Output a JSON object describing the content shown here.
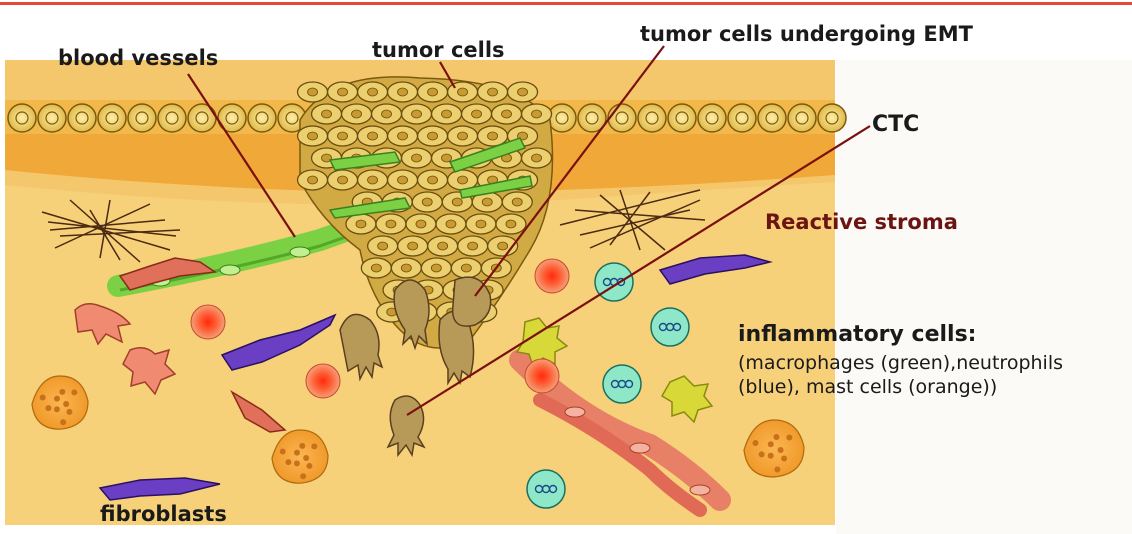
{
  "labels": {
    "blood_vessels": "blood vessels",
    "tumor_cells": "tumor cells",
    "emt": "tumor cells undergoing EMT",
    "ctc": "CTC",
    "reactive_stroma": "Reactive stroma",
    "inflammatory_title": "inflammatory cells:",
    "inflammatory_detail_1": "(macrophages (green),neutrophils",
    "inflammatory_detail_2": "(blue), mast cells (orange))",
    "fibroblasts": "fibroblasts"
  },
  "colors": {
    "stroma": "#f3c56a",
    "epithelium_band": "#f0a838",
    "epithelial_cell": "#e8c75a",
    "tumor_cell": "#d9b64a",
    "vessel_green": "#7cd043",
    "vessel_red": "#e88068",
    "fibroblast_purple": "#6a3fc4",
    "fibroblast_red": "#e0705a",
    "neutrophil_cyan": "#8ee8c8",
    "macrophage_yellow": "#d8d838",
    "mast_orange": "#f4a23a",
    "red_cell": "#e8462a",
    "pointer_line": "#7a1010",
    "stroma_text": "#6a1512"
  },
  "icons": [
    "tumor-mass",
    "epithelial-cell",
    "blood-vessel",
    "fibroblast",
    "red-blood-cell",
    "neutrophil",
    "macrophage",
    "mast-cell",
    "extracellular-matrix-fibers"
  ]
}
